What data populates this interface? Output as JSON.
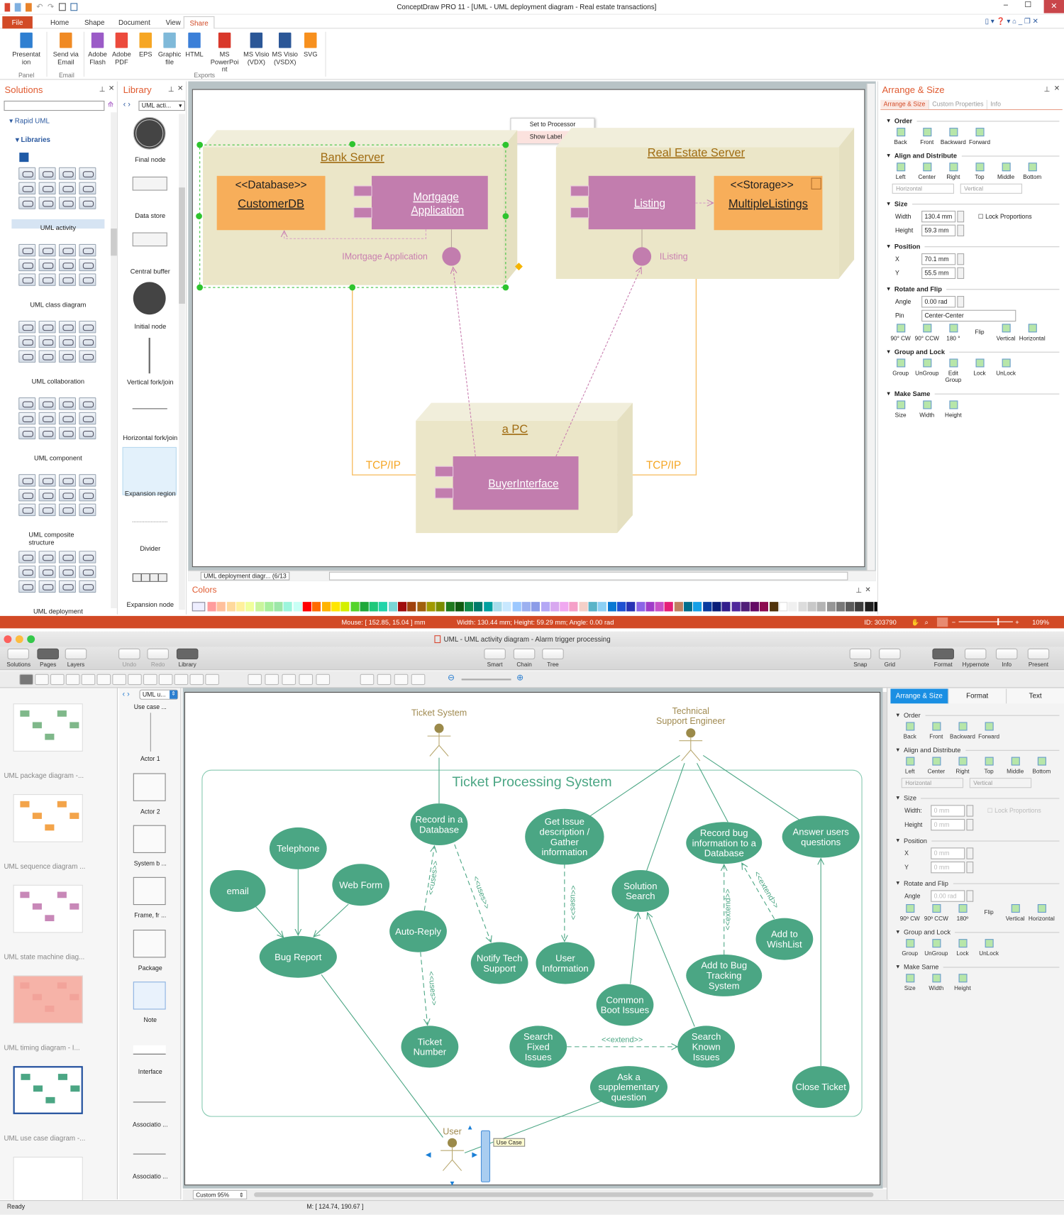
{
  "top_window": {
    "title": "ConceptDraw PRO 11 - [UML - UML deployment diagram - Real estate transactions]",
    "tabs": [
      "File",
      "Home",
      "Shape",
      "Document",
      "View",
      "Share"
    ],
    "active_tab": "Share",
    "ribbon": {
      "buttons": [
        {
          "label": "Presentation",
          "icon": "presentation-icon",
          "color": "#2f7fd1"
        },
        {
          "label": "Send via Email",
          "icon": "email-icon",
          "color": "#f08a24"
        },
        {
          "label": "Adobe Flash",
          "icon": "swf-file-icon",
          "color": "#9b5bc7"
        },
        {
          "label": "Adobe PDF",
          "icon": "pdf-file-icon",
          "color": "#ec4a3c"
        },
        {
          "label": "EPS",
          "icon": "eps-file-icon",
          "color": "#f6a623"
        },
        {
          "label": "Graphic file",
          "icon": "image-file-icon",
          "color": "#7fb9d9"
        },
        {
          "label": "HTML",
          "icon": "html-file-icon",
          "color": "#3b7fd8"
        },
        {
          "label": "MS PowerPoint",
          "icon": "powerpoint-icon",
          "color": "#d9382b"
        },
        {
          "label": "MS Visio (VDX)",
          "icon": "visio-icon",
          "color": "#2b5797"
        },
        {
          "label": "MS Visio (VSDX)",
          "icon": "visio-icon",
          "color": "#2b5797"
        },
        {
          "label": "SVG",
          "icon": "svg-file-icon",
          "color": "#f7901e"
        }
      ],
      "groups": [
        "Panel",
        "Email",
        "Exports"
      ]
    },
    "solutions": {
      "title": "Solutions",
      "root": "Rapid UML",
      "child": "Libraries",
      "libraries": [
        "UML activity",
        "UML class diagram",
        "UML collaboration",
        "UML component",
        "UML composite structure",
        "UML deployment"
      ]
    },
    "library": {
      "title": "Library",
      "select": "UML acti...",
      "items": [
        "Final node",
        "Data store",
        "Central buffer",
        "Initial node",
        "Vertical fork/join",
        "Horizontal fork/join",
        "Expansion region",
        "Divider",
        "Expansion node"
      ]
    },
    "diagram": {
      "bank_server": "Bank Server",
      "real_estate_server": "Real Estate Server",
      "pc": "a PC",
      "database_stereotype": "<<Database>>",
      "customer_db": "CustomerDB",
      "mortgage_line1": "Mortgage",
      "mortgage_line2": "Application",
      "imortgage": "IMortgage Application",
      "listing": "Listing",
      "ilisting": "IListing",
      "storage_stereotype": "<<Storage>>",
      "multiple_listings": "MultipleListings",
      "buyer_interface": "BuyerInterface",
      "tcp_left": "TCP/IP",
      "tcp_right": "TCP/IP"
    },
    "context_menu": [
      "Set to Processor",
      "Show Label"
    ],
    "page_tab": "UML deployment diagr... (6/13",
    "colors": {
      "title": "Colors",
      "palette": [
        "#ff9c9c",
        "#ffc09c",
        "#ffd99c",
        "#fff09c",
        "#f0ff9c",
        "#c9f59c",
        "#a8ef9c",
        "#9ce7a8",
        "#9cf5dc",
        "#c8fff5",
        "#ff0000",
        "#ff6a00",
        "#ffb400",
        "#ffe600",
        "#d4f000",
        "#55d42b",
        "#1ea83a",
        "#1fc87a",
        "#22d4aa",
        "#7ad6d6",
        "#a00c0c",
        "#a0420c",
        "#a0600c",
        "#a09a00",
        "#7a8c00",
        "#1e7a1e",
        "#0f5a0f",
        "#0f8a4a",
        "#007a6a",
        "#00a0a0",
        "#a8dcec",
        "#c8e8ff",
        "#9cc8ff",
        "#9cb0f0",
        "#8c9ce8",
        "#b4a8f5",
        "#d8a8f0",
        "#f0a8f0",
        "#f5a0c8",
        "#f5d0c8",
        "#5ab4c8",
        "#8cd0f5",
        "#0a78d2",
        "#1e50d2",
        "#2832b4",
        "#8c64e6",
        "#a03cc8",
        "#c850c8",
        "#e61e78",
        "#c08060",
        "#006e8c",
        "#14a0e6",
        "#0a3ca0",
        "#0a1e78",
        "#321e8c",
        "#50289c",
        "#501e78",
        "#640a64",
        "#8c0a50",
        "#50320a",
        "#ffffff",
        "#f0f0f0",
        "#dcdcdc",
        "#c8c8c8",
        "#b4b4b4",
        "#969696",
        "#787878",
        "#5a5a5a",
        "#3c3c3c",
        "#1e1e1e",
        "#000000"
      ]
    },
    "arrange": {
      "title": "Arrange & Size",
      "tabs": [
        "Arrange & Size",
        "Custom Properties",
        "Info"
      ],
      "order": {
        "title": "Order",
        "buttons": [
          "Back",
          "Front",
          "Backward",
          "Forward"
        ]
      },
      "align": {
        "title": "Align and Distribute",
        "buttons": [
          "Left",
          "Center",
          "Right",
          "Top",
          "Middle",
          "Bottom"
        ],
        "horizontal": "Horizontal",
        "vertical": "Vertical"
      },
      "size": {
        "title": "Size",
        "width_label": "Width",
        "width": "130.4 mm",
        "height_label": "Height",
        "height": "59.3 mm",
        "lock": "Lock Proportions"
      },
      "position": {
        "title": "Position",
        "x_label": "X",
        "x": "70.1 mm",
        "y_label": "Y",
        "y": "55.5 mm"
      },
      "rotate": {
        "title": "Rotate and Flip",
        "angle_label": "Angle",
        "angle": "0.00 rad",
        "pin_label": "Pin",
        "pin": "Center-Center",
        "buttons": [
          "90° CW",
          "90° CCW",
          "180 °"
        ],
        "flip": "Flip",
        "flip_buttons": [
          "Vertical",
          "Horizontal"
        ]
      },
      "group": {
        "title": "Group and Lock",
        "buttons": [
          "Group",
          "UnGroup",
          "Edit Group",
          "Lock",
          "UnLock"
        ]
      },
      "same": {
        "title": "Make Same",
        "buttons": [
          "Size",
          "Width",
          "Height"
        ]
      }
    },
    "status": {
      "mouse": "Mouse: [ 152.85, 15.04 ] mm",
      "dims": "Width: 130.44 mm;  Height: 59.29 mm;  Angle: 0.00 rad",
      "id": "ID: 303790",
      "zoom": "109%",
      "zoom_level": 109
    }
  },
  "bottom_window": {
    "title": "UML - UML activity diagram - Alarm trigger processing",
    "toolbar": [
      "Solutions",
      "Pages",
      "Layers",
      "Undo",
      "Redo",
      "Library",
      "Smart",
      "Chain",
      "Tree",
      "Snap",
      "Grid",
      "Format",
      "Hypernote",
      "Info",
      "Present"
    ],
    "pages": [
      "UML package diagram -...",
      "UML sequence diagram ...",
      "UML state machine diag...",
      "UML timing diagram - I...",
      "UML use case diagram -..."
    ],
    "library": {
      "select": "UML u...",
      "items": [
        "Use case ...",
        "Actor 1",
        "Actor 2",
        "System b ...",
        "Frame, fr ...",
        "Package",
        "Note",
        "Interface",
        "Associatio ...",
        "Associatio ..."
      ]
    },
    "diagram": {
      "system_title": "Ticket Processing System",
      "actors": [
        "Ticket System",
        "Technical\nSupport Engineer",
        "User"
      ],
      "use_cases": [
        "Record in a\nDatabase",
        "Telephone",
        "email",
        "Web Form",
        "Bug Report",
        "Auto-Reply",
        "Notify Tech\nSupport",
        "Get Issue\ndescription /\nGather\ninformation",
        "User\nInformation",
        "Solution\nSearch",
        "Common\nBoot Issues",
        "Record bug\ninformation to a\nDatabase",
        "Add to\nWishList",
        "Add to Bug\nTracking\nSystem",
        "Answer users\nquestions",
        "Ticket\nNumber",
        "Search\nFixed\nIssues",
        "Search\nKnown\nIssues",
        "Ask a\nsupplementary\nquestion",
        "Close Ticket"
      ],
      "relation_labels": [
        "<<uses>>",
        "<<uses>>",
        "<<uses>>",
        "<<uses>>",
        "<<extend>>",
        "<<extend>>",
        "<<extend>>"
      ],
      "tooltip": "Use Case",
      "color": "#4ba684"
    },
    "arrange": {
      "tabs": [
        "Arrange & Size",
        "Format",
        "Text"
      ],
      "order": {
        "title": "Order",
        "buttons": [
          "Back",
          "Front",
          "Backward",
          "Forward"
        ]
      },
      "align": {
        "title": "Align and Distribute",
        "buttons": [
          "Left",
          "Center",
          "Right",
          "Top",
          "Middle",
          "Bottom"
        ],
        "horizontal": "Horizontal",
        "vertical": "Vertical"
      },
      "size": {
        "title": "Size",
        "width_label": "Width:",
        "width": "0 mm",
        "height_label": "Height",
        "height": "0 mm",
        "lock": "Lock Proportions"
      },
      "position": {
        "title": "Position",
        "x_label": "X",
        "x": "0 mm",
        "y_label": "Y",
        "y": "0 mm"
      },
      "rotate": {
        "title": "Rotate and Flip",
        "angle_label": "Angle",
        "angle": "0.00 rad",
        "buttons": [
          "90º CW",
          "90º CCW",
          "180º"
        ],
        "flip": "Flip",
        "flip_buttons": [
          "Vertical",
          "Horizontal"
        ]
      },
      "group": {
        "title": "Group and Lock",
        "buttons": [
          "Group",
          "UnGroup",
          "Lock",
          "UnLock"
        ]
      },
      "same": {
        "title": "Make Same",
        "buttons": [
          "Size",
          "Width",
          "Height"
        ]
      }
    },
    "zoom": "Custom 95%",
    "mouse": "M: [ 124.74, 190.67 ]",
    "status": "Ready"
  }
}
